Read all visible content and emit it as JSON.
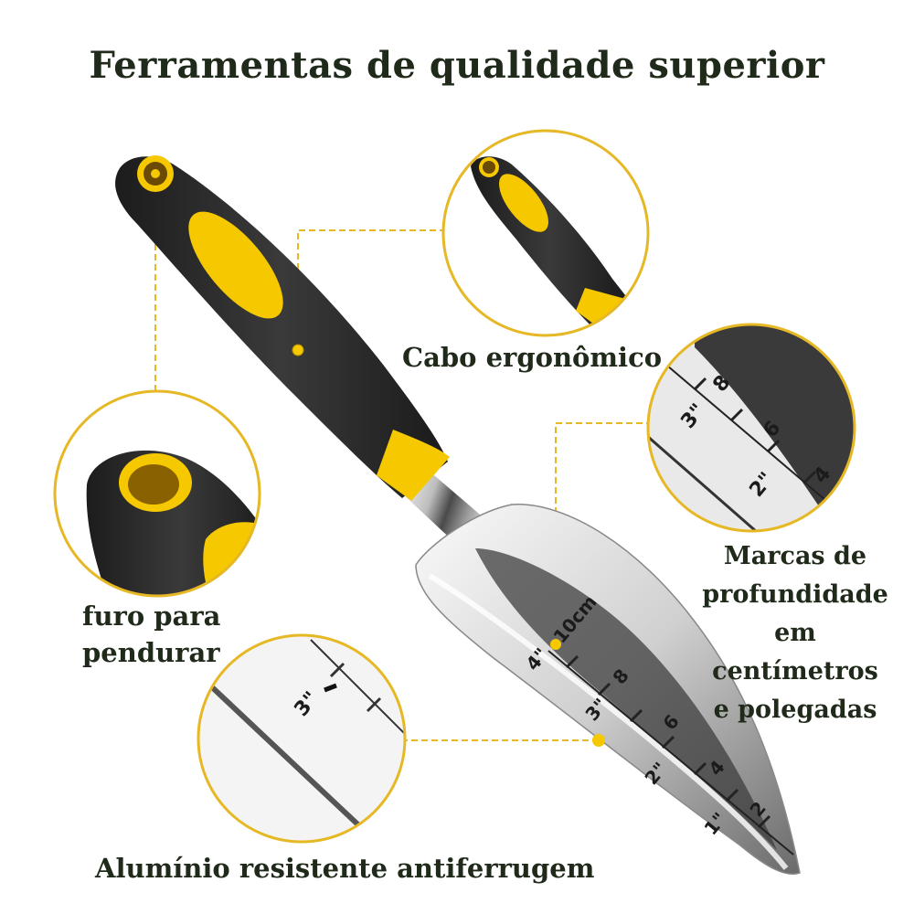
{
  "title": "Ferramentas de qualidade superior",
  "callouts": {
    "cabo": {
      "label": "Cabo ergonômico"
    },
    "furo": {
      "line1": "furo para",
      "line2": "pendurar"
    },
    "marcas": {
      "line1": "Marcas de",
      "line2": "profundidade",
      "line3": "em centímetros",
      "line4": "e polegadas"
    },
    "aluminio": {
      "label": "Alumínio resistente antiferrugem"
    }
  },
  "trowel": {
    "cm_marks": [
      "10cm",
      "8",
      "6",
      "4",
      "2"
    ],
    "inch_marks": [
      "4\"",
      "3\"",
      "2\"",
      "1\""
    ]
  },
  "colors": {
    "accent_gold": "#e6b825",
    "handle_black": "#2a2a2a",
    "handle_yellow": "#f5c800",
    "text_dark": "#1f2a1a"
  }
}
